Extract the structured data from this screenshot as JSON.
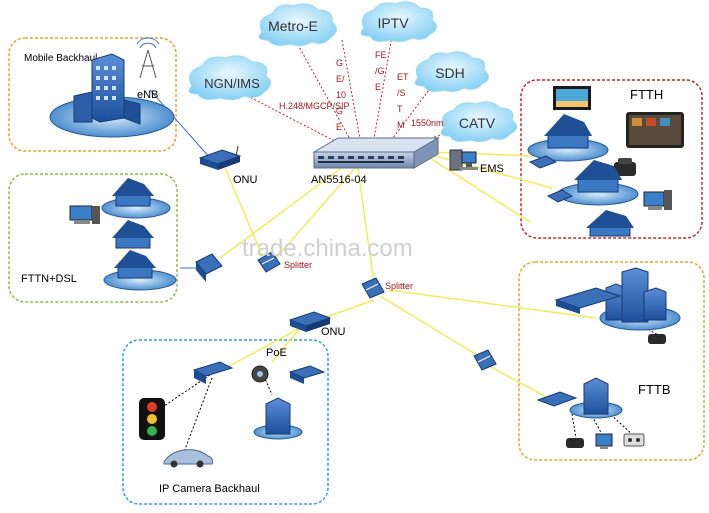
{
  "clouds": {
    "metro_e": "Metro-E",
    "iptv": "IPTV",
    "ngn_ims": "NGN/IMS",
    "sdh": "SDH",
    "catv": "CATV"
  },
  "links": {
    "ge10ge": [
      "G",
      "E/",
      "10",
      "G",
      "E"
    ],
    "feg": [
      "FE",
      "/G",
      "E"
    ],
    "ets": [
      "ET",
      "/S",
      "T",
      "M",
      "1"
    ],
    "h248": "H.248/MGCP/SIP",
    "nm1550": "1550nm"
  },
  "groups": {
    "mobile_backhaul": "Mobile Backhaul",
    "ftth": "FTTH",
    "fttn": "FTTN+DSL",
    "fttb": "FTTB",
    "ip_camera": "IP Camera Backhaul"
  },
  "devices": {
    "enb": "eNB",
    "onu_top": "ONU",
    "onu_mid": "ONU",
    "olt": "AN5516-04",
    "ems": "EMS",
    "splitter_left": "Splitter",
    "splitter_mid": "Splitter",
    "poe": "PoE"
  },
  "watermark": "trade.china.com",
  "colors": {
    "link_yellow": "#f2ec5a",
    "link_red": "#c3232b",
    "box_orange": "#e5a630",
    "box_green": "#8dbf4a",
    "box_red": "#c22a2a",
    "box_cyan": "#2aa5cc",
    "cloud_blue": "#8fd6f5"
  }
}
